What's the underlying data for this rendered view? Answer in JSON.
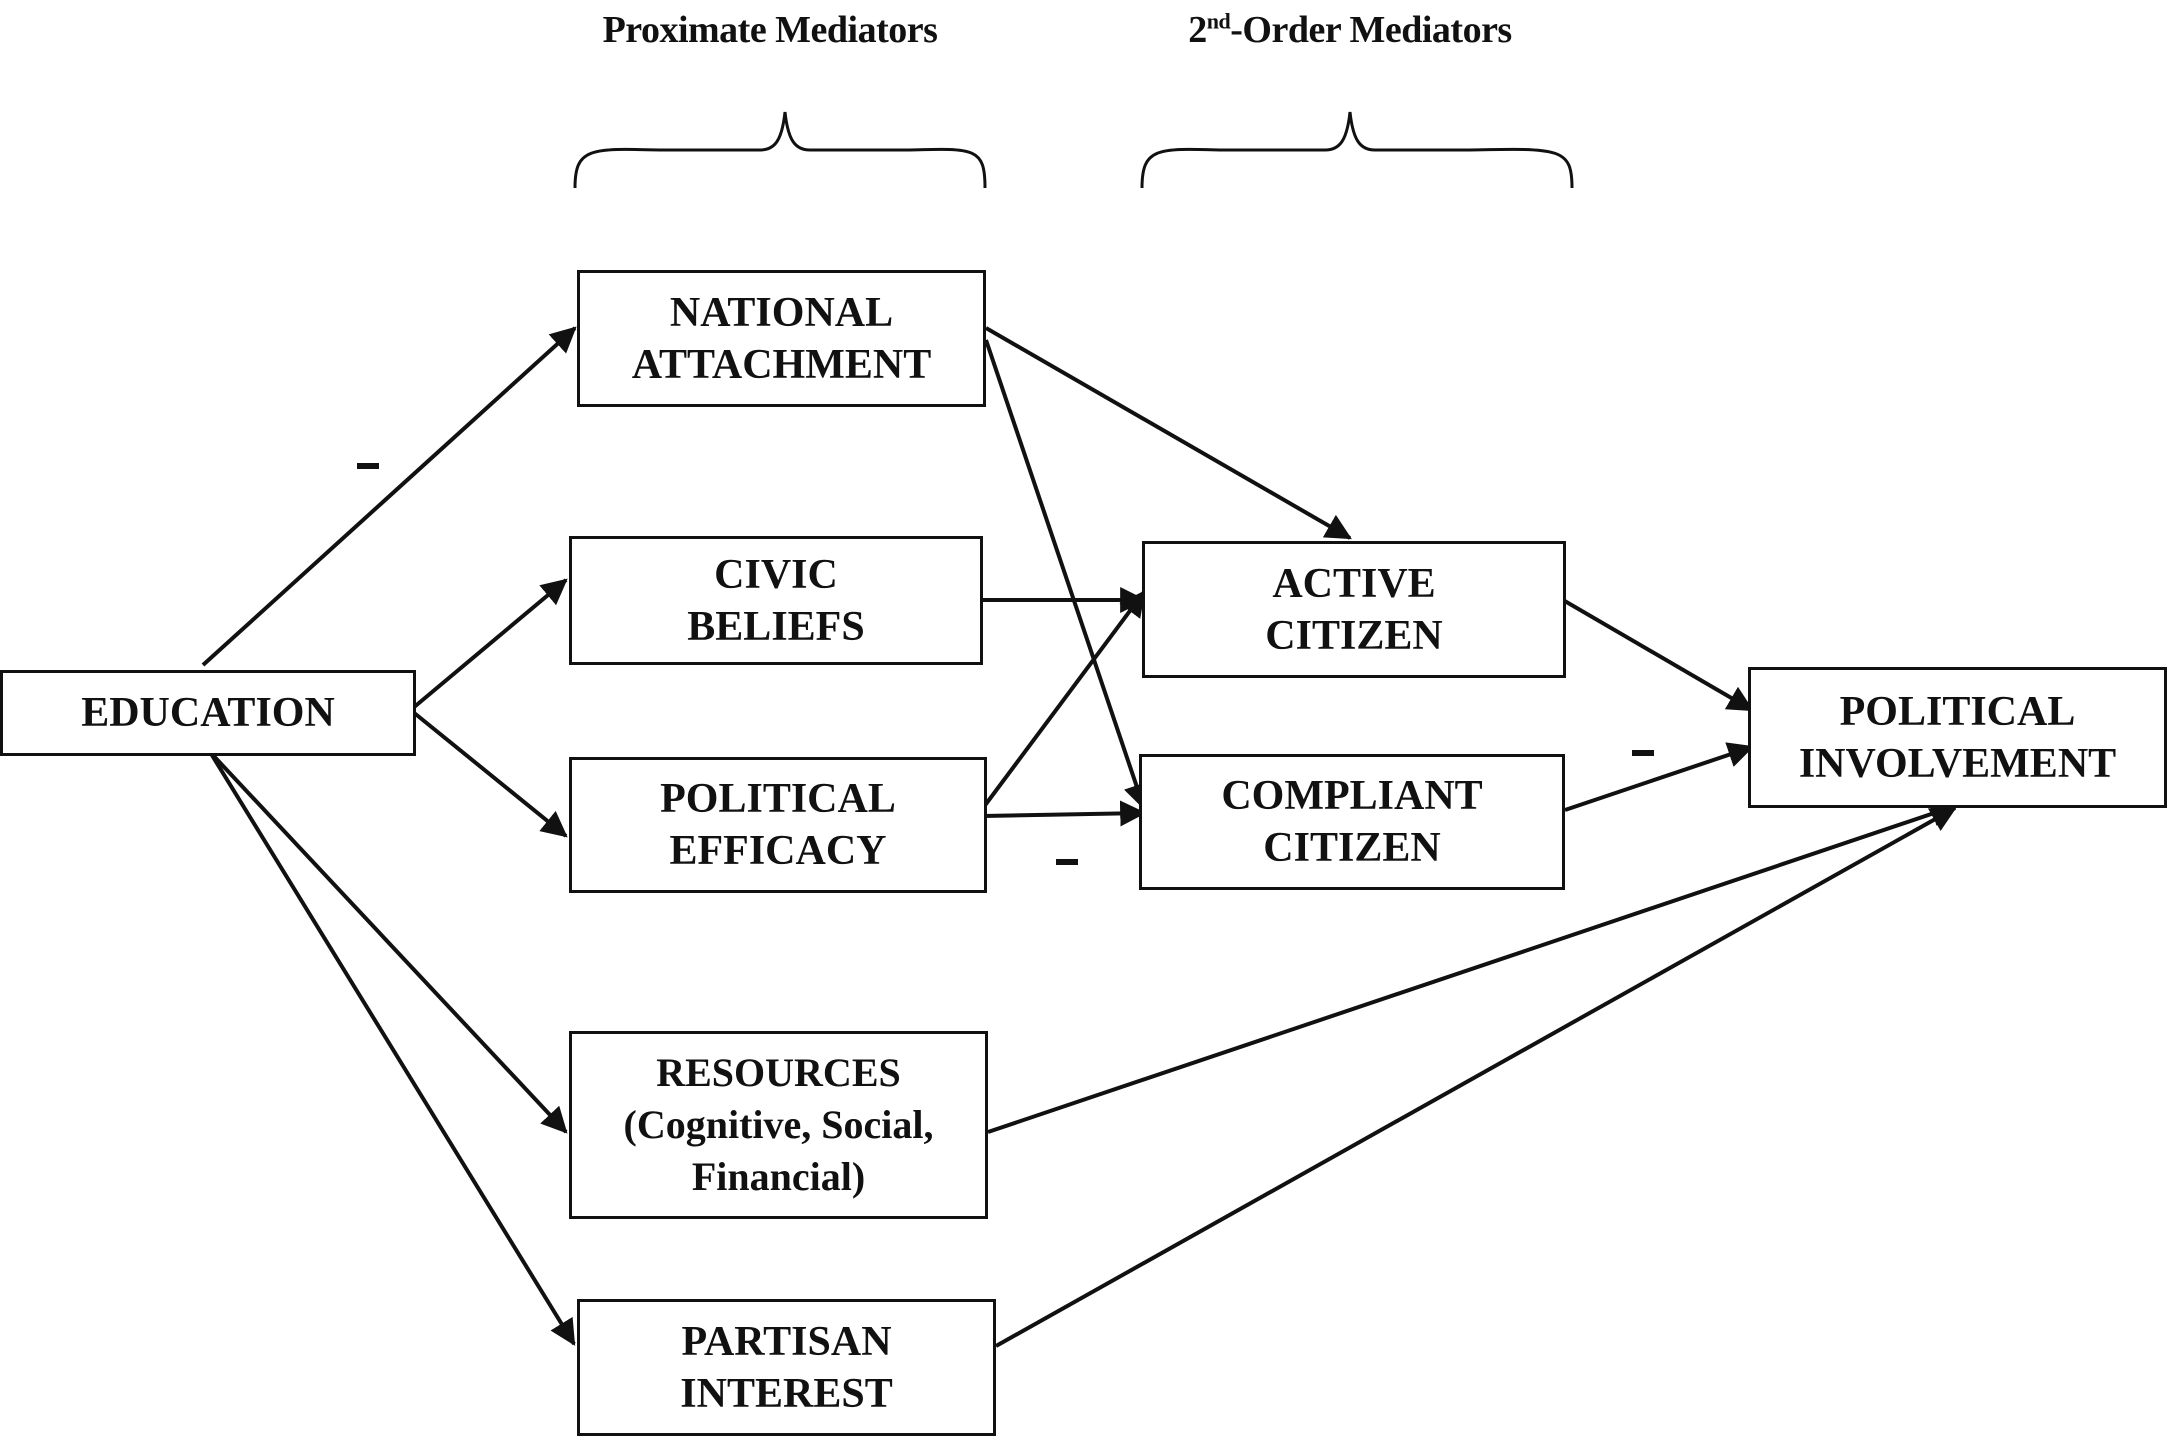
{
  "headers": {
    "proximate": "Proximate Mediators",
    "second_order_prefix": "2",
    "second_order_sup": "nd",
    "second_order_suffix": "-Order Mediators"
  },
  "nodes": {
    "education": {
      "line1": "EDUCATION"
    },
    "national_attachment": {
      "line1": "NATIONAL",
      "line2": "ATTACHMENT"
    },
    "civic_beliefs": {
      "line1": "CIVIC",
      "line2": "BELIEFS"
    },
    "political_efficacy": {
      "line1": "POLITICAL",
      "line2": "EFFICACY"
    },
    "resources": {
      "line1": "RESOURCES",
      "line2": "(Cognitive, Social,",
      "line3": "Financial)"
    },
    "partisan_interest": {
      "line1": "PARTISAN",
      "line2": "INTEREST"
    },
    "active_citizen": {
      "line1": "ACTIVE",
      "line2": "CITIZEN"
    },
    "compliant_citizen": {
      "line1": "COMPLIANT",
      "line2": "CITIZEN"
    },
    "political_involvement": {
      "line1": "POLITICAL",
      "line2": "INVOLVEMENT"
    }
  },
  "edges": [
    {
      "from": "education",
      "to": "national_attachment",
      "sign": "-"
    },
    {
      "from": "education",
      "to": "civic_beliefs",
      "sign": ""
    },
    {
      "from": "education",
      "to": "political_efficacy",
      "sign": ""
    },
    {
      "from": "education",
      "to": "resources",
      "sign": ""
    },
    {
      "from": "education",
      "to": "partisan_interest",
      "sign": ""
    },
    {
      "from": "national_attachment",
      "to": "active_citizen",
      "sign": ""
    },
    {
      "from": "national_attachment",
      "to": "compliant_citizen",
      "sign": ""
    },
    {
      "from": "civic_beliefs",
      "to": "active_citizen",
      "sign": ""
    },
    {
      "from": "political_efficacy",
      "to": "active_citizen",
      "sign": ""
    },
    {
      "from": "political_efficacy",
      "to": "compliant_citizen",
      "sign": "-"
    },
    {
      "from": "active_citizen",
      "to": "political_involvement",
      "sign": ""
    },
    {
      "from": "compliant_citizen",
      "to": "political_involvement",
      "sign": "-"
    },
    {
      "from": "resources",
      "to": "political_involvement",
      "sign": ""
    },
    {
      "from": "partisan_interest",
      "to": "political_involvement",
      "sign": ""
    }
  ]
}
